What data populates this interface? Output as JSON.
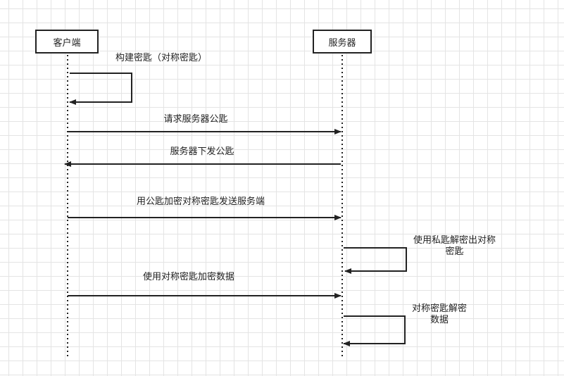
{
  "participants": {
    "client": "客户端",
    "server": "服务器"
  },
  "messages": {
    "m1": "构建密匙（对称密匙）",
    "m2": "请求服务器公匙",
    "m3": "服务器下发公匙",
    "m4": "用公匙加密对称密匙发送服务端",
    "m5_line1": "使用私匙解密出对称",
    "m5_line2": "密匙",
    "m6": "使用对称密匙加密数据",
    "m7_line1": "对称密匙解密",
    "m7_line2": "数据"
  }
}
